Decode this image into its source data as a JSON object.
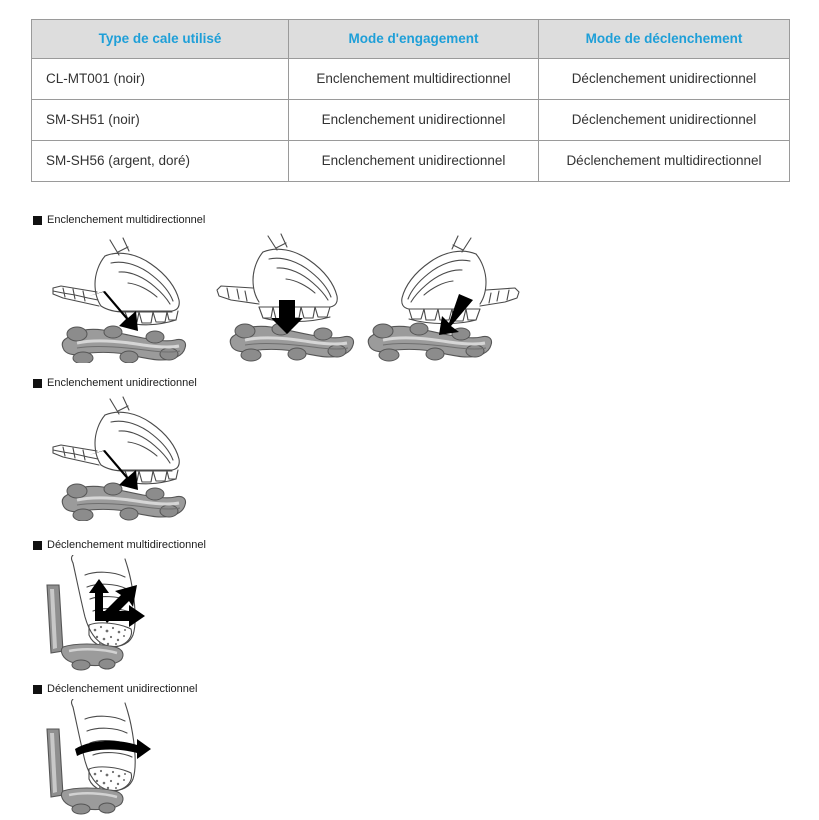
{
  "table": {
    "headers": [
      "Type de cale utilisé",
      "Mode d'engagement",
      "Mode de déclenchement"
    ],
    "rows": [
      {
        "cleat": "CL-MT001 (noir)",
        "engagement": "Enclenchement multidirectionnel",
        "release": "Déclenchement unidirectionnel"
      },
      {
        "cleat": "SM-SH51 (noir)",
        "engagement": "Enclenchement unidirectionnel",
        "release": "Déclenchement unidirectionnel"
      },
      {
        "cleat": "SM-SH56 (argent, doré)",
        "engagement": "Enclenchement unidirectionnel",
        "release": "Déclenchement multidirectionnel"
      }
    ],
    "header_text_color": "#1e9fd8",
    "header_bg_color": "#dddddd",
    "border_color": "#9a9a9a",
    "body_text_color": "#333333"
  },
  "sections": [
    {
      "id": "engage-multi",
      "label": "Enclenchement multidirectionnel",
      "bullet": "black-square-marker",
      "figures": [
        {
          "name": "shoe-cleat-diagonal-down-right",
          "arrow": "diagonal-down-right-arrow"
        },
        {
          "name": "shoe-cleat-straight-down",
          "arrow": "down-arrow"
        },
        {
          "name": "shoe-cleat-diagonal-down-left",
          "arrow": "diagonal-down-left-arrow"
        }
      ]
    },
    {
      "id": "engage-uni",
      "label": "Enclenchement unidirectionnel",
      "bullet": "black-square-marker",
      "figures": [
        {
          "name": "shoe-cleat-diagonal-down-right",
          "arrow": "diagonal-down-right-arrow"
        }
      ]
    },
    {
      "id": "release-multi",
      "label": "Déclenchement multidirectionnel",
      "bullet": "black-square-marker",
      "figures": [
        {
          "name": "shoe-pedal-top-view-three-arrows",
          "arrow": "up-arrow, diagonal-up-right-arrow, right-arrow"
        }
      ]
    },
    {
      "id": "release-uni",
      "label": "Déclenchement unidirectionnel",
      "bullet": "black-square-marker",
      "figures": [
        {
          "name": "shoe-pedal-top-view-curved-arrow",
          "arrow": "curved-right-arrow"
        }
      ]
    }
  ]
}
